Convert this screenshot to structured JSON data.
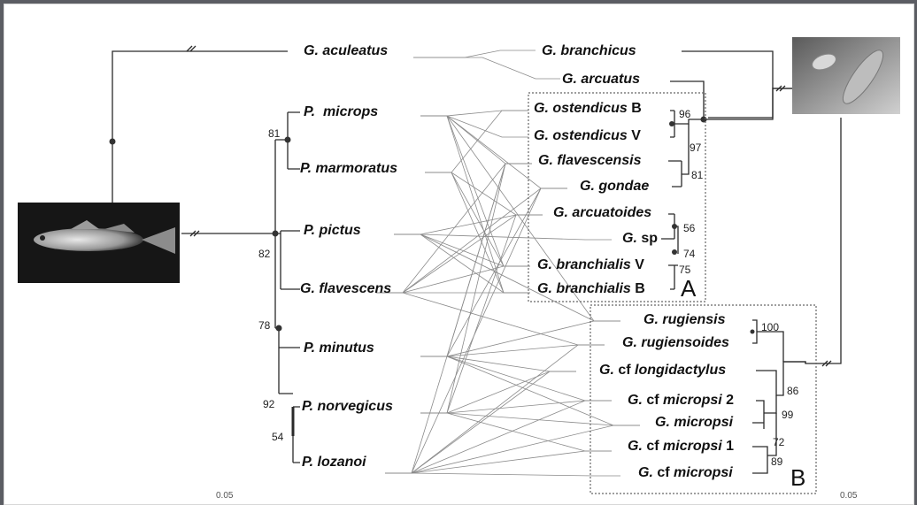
{
  "host_tree": {
    "outgroup": {
      "genus": "G.",
      "species": "aculeatus"
    },
    "taxa": [
      {
        "genus": "P.",
        "species": "microps"
      },
      {
        "genus": "P.",
        "species": "marmoratus"
      },
      {
        "genus": "P.",
        "species": "pictus"
      },
      {
        "genus": "G.",
        "species": "flavescens"
      },
      {
        "genus": "P.",
        "species": "minutus"
      },
      {
        "genus": "P.",
        "species": "norvegicus"
      },
      {
        "genus": "P.",
        "species": "lozanoi"
      }
    ],
    "support": [
      "81",
      "82",
      "78",
      "92",
      "54"
    ],
    "scale": "0.05"
  },
  "parasite_tree": {
    "outgroup": [
      {
        "genus": "G.",
        "species": "branchicus",
        "suffix": ""
      },
      {
        "genus": "G.",
        "species": "arcuatus",
        "suffix": ""
      }
    ],
    "clade_a": {
      "letter": "A",
      "taxa": [
        {
          "genus": "G.",
          "species": "ostendicus",
          "suffix": "B"
        },
        {
          "genus": "G.",
          "species": "ostendicus",
          "suffix": "V"
        },
        {
          "genus": "G.",
          "species": "flavescensis",
          "suffix": ""
        },
        {
          "genus": "G.",
          "species": "gondae",
          "suffix": ""
        },
        {
          "genus": "G.",
          "species": "arcuatoides",
          "suffix": ""
        },
        {
          "genus": "G.",
          "species": "sp",
          "suffix": ""
        },
        {
          "genus": "G.",
          "species": "branchialis",
          "suffix": "V"
        },
        {
          "genus": "G.",
          "species": "branchialis",
          "suffix": "B"
        }
      ],
      "support": [
        "96",
        "97",
        "81",
        "56",
        "74",
        "75"
      ]
    },
    "clade_b": {
      "letter": "B",
      "taxa": [
        {
          "genus": "G.",
          "prefix": "",
          "species": "rugiensis",
          "suffix": ""
        },
        {
          "genus": "G.",
          "prefix": "",
          "species": "rugiensoides",
          "suffix": ""
        },
        {
          "genus": "G.",
          "prefix": "cf",
          "species": "longidactylus",
          "suffix": ""
        },
        {
          "genus": "G.",
          "prefix": "cf",
          "species": "micropsi",
          "suffix": "2"
        },
        {
          "genus": "G.",
          "prefix": "",
          "species": "micropsi",
          "suffix": ""
        },
        {
          "genus": "G.",
          "prefix": "cf",
          "species": "micropsi",
          "suffix": "1"
        },
        {
          "genus": "G.",
          "prefix": "cf",
          "species": "micropsi",
          "suffix": ""
        }
      ],
      "support": [
        "100",
        "86",
        "99",
        "72",
        "89"
      ]
    },
    "scale": "0.05"
  },
  "colors": {
    "line": "#2a2a2a",
    "association_line": "#8a8a8a",
    "box_border": "#666666",
    "node_dot": "#333333"
  },
  "images": {
    "host_photo": "goby-fish-photo",
    "parasite_photo": "gyrodactylus-parasite-photo"
  }
}
